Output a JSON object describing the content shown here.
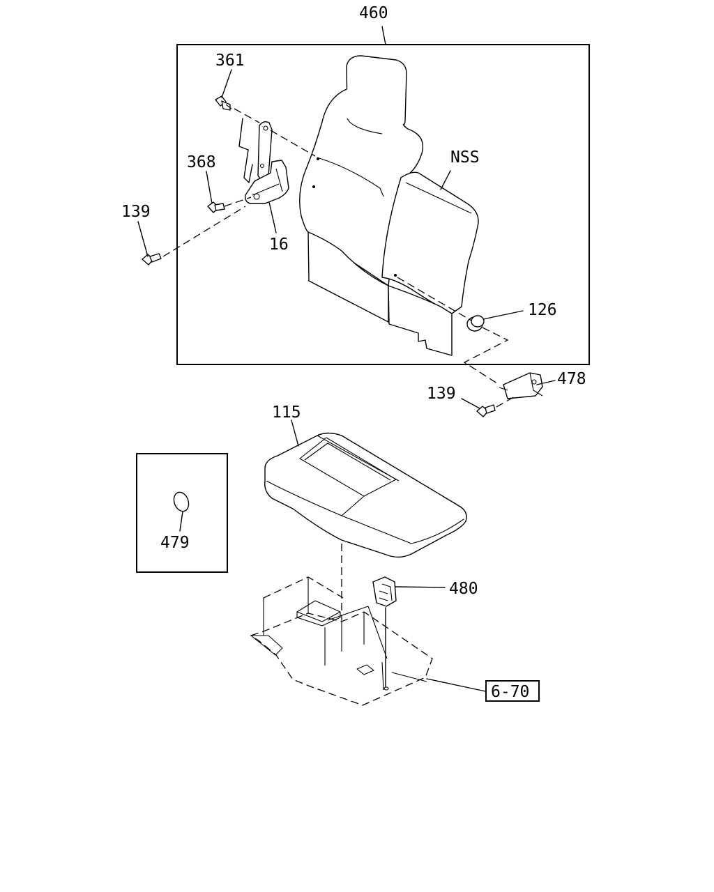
{
  "diagram": {
    "labels": {
      "l460": "460",
      "l361": "361",
      "l368": "368",
      "l139a": "139",
      "l16": "16",
      "lnss": "NSS",
      "l126": "126",
      "l478": "478",
      "l139b": "139",
      "l115": "115",
      "l479": "479",
      "l480": "480",
      "ref": "6-70"
    }
  }
}
